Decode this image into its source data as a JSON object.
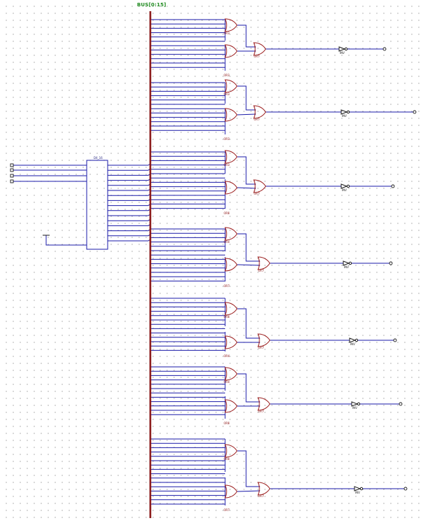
{
  "bus_label": "BUS[0:15]",
  "decoder_label": "D4_16",
  "colors": {
    "bus": "#8b1a1a",
    "wire": "#1a1aa8",
    "gate": "#9b1c1c",
    "inverter": "#1a1a1a",
    "label_green": "#1f8a1f"
  },
  "groups": [
    {
      "gate_a": "OR3",
      "gate_b": "OR3",
      "combine": "OR7",
      "inverter": "INV"
    },
    {
      "gate_a": "OR3",
      "gate_b": "OR3",
      "combine": "OR7",
      "inverter": "INV"
    },
    {
      "gate_a": "OR3",
      "gate_b": "OR8",
      "combine": "OR7",
      "inverter": "INV"
    },
    {
      "gate_a": "OR4",
      "gate_b": "OR7",
      "combine": "OR7",
      "inverter": "INV"
    },
    {
      "gate_a": "OR8",
      "gate_b": "OR4",
      "combine": "OR7",
      "inverter": "INV"
    },
    {
      "gate_a": "OR4",
      "gate_b": "OR8",
      "combine": "OR7",
      "inverter": "INV"
    },
    {
      "gate_a": "OR8",
      "gate_b": "OR7",
      "combine": "OR7",
      "inverter": "INV"
    }
  ]
}
